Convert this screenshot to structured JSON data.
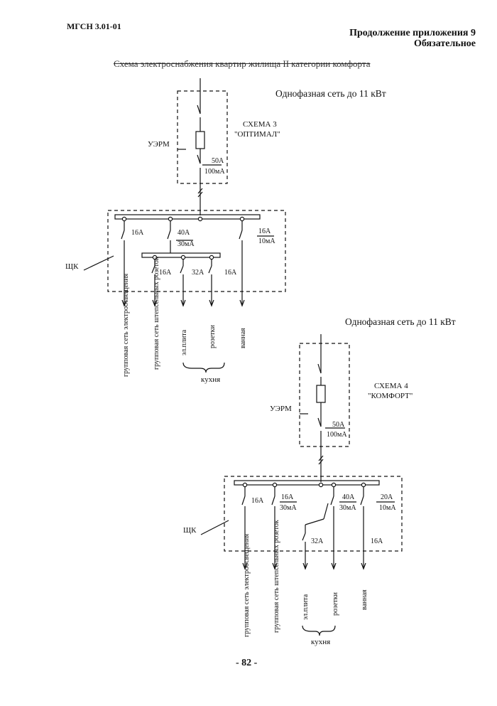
{
  "header": {
    "doc_code": "МГСН 3.01-01",
    "appendix": "Продолжение приложения 9",
    "status": "Обязательное"
  },
  "title_struck": "Схема электроснабжения квартир жилища II категории комфорта",
  "scheme3": {
    "network": "Однофазная сеть до 11 кВт",
    "name": "СХЕМА 3",
    "subtitle": "\"ОПТИМАЛ\"",
    "uzrm": "УЭРМ",
    "uzrm_rating": "50А",
    "uzrm_leak": "100мА",
    "panel": "ЩК",
    "breakers": {
      "lighting": "16А",
      "rcd_rating": "40А",
      "rcd_leak": "30мА",
      "bath_rating": "16А",
      "bath_leak": "10мА",
      "sockets": "16А",
      "stove": "32А",
      "kitchen_sockets": "16А"
    },
    "outputs": {
      "lighting": "групповая сеть электроосвещения",
      "sockets": "групповая сеть штепсельных розеток",
      "stove": "эл.плита",
      "kitchen_sockets": "розетки",
      "bath": "ванная"
    },
    "kitchen": "кухня"
  },
  "scheme4": {
    "network": "Однофазная сеть до 11 кВт",
    "name": "СХЕМА 4",
    "subtitle": "\"КОМФОРТ\"",
    "uzrm": "УЭРМ",
    "uzrm_rating": "50А",
    "uzrm_leak": "100мА",
    "panel": "ЩК",
    "breakers": {
      "lighting": "16А",
      "sockets_rating": "16А",
      "sockets_leak": "30мА",
      "kitchen_rating": "40А",
      "kitchen_leak": "30мА",
      "bath_rating": "20А",
      "bath_leak": "10мА",
      "stove": "32А",
      "bath_extra": "16А"
    },
    "outputs": {
      "lighting": "групповая сеть электроосвещения",
      "sockets": "групповая сеть штепсельных розеток",
      "stove": "эл.плита",
      "kitchen_sockets": "розетки",
      "bath": "ванная"
    },
    "kitchen": "кухня"
  },
  "footer": "- 82 -"
}
